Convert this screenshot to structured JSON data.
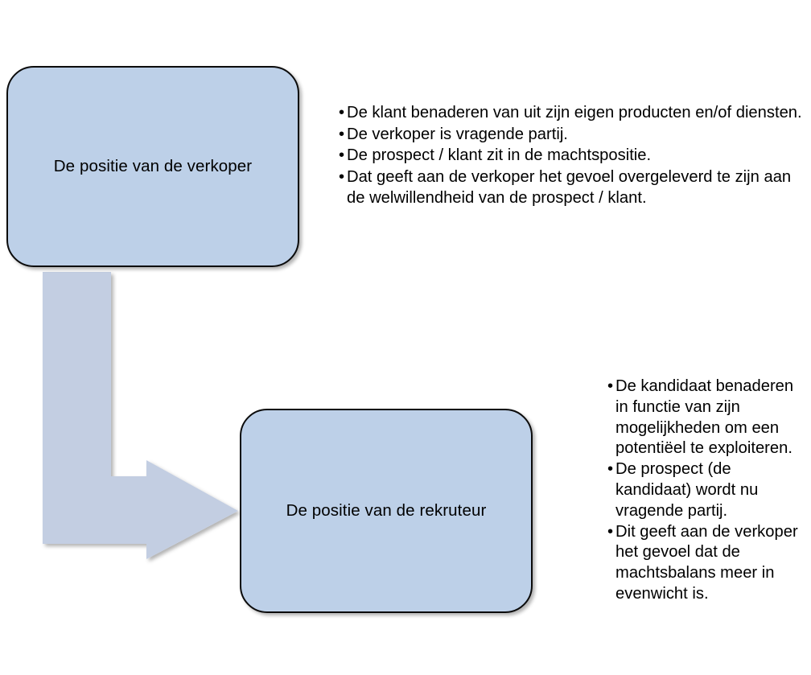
{
  "slide": {
    "background_color": "#ffffff",
    "title": "",
    "shape_fill_color": "#bdd0e8",
    "shape_border_color": "#000000",
    "arrow_fill_color": "#c3cee2"
  },
  "boxes": [
    {
      "name": "seller-position",
      "label": "De positie van de verkoper"
    },
    {
      "name": "recruiter-position",
      "label": "De positie van de rekruteur"
    }
  ],
  "connector": {
    "name": "bent-arrow-down-right",
    "direction": "down-then-right"
  },
  "bullets_seller": {
    "items": [
      "De klant benaderen van uit zijn eigen producten en/of diensten.",
      "De verkoper is vragende partij.",
      "De prospect / klant zit in de machtspositie.",
      "Dat geeft aan de verkoper het gevoel overgeleverd te zijn aan de welwillendheid van de prospect / klant."
    ]
  },
  "bullets_recruiter": {
    "items": [
      "De kandidaat benaderen in functie van zijn mogelijkheden om een potentiëel te exploiteren.",
      "De prospect (de kandidaat) wordt nu vragende partij.",
      "Dit geeft aan de verkoper het gevoel dat de machtsbalans meer in evenwicht is."
    ]
  }
}
